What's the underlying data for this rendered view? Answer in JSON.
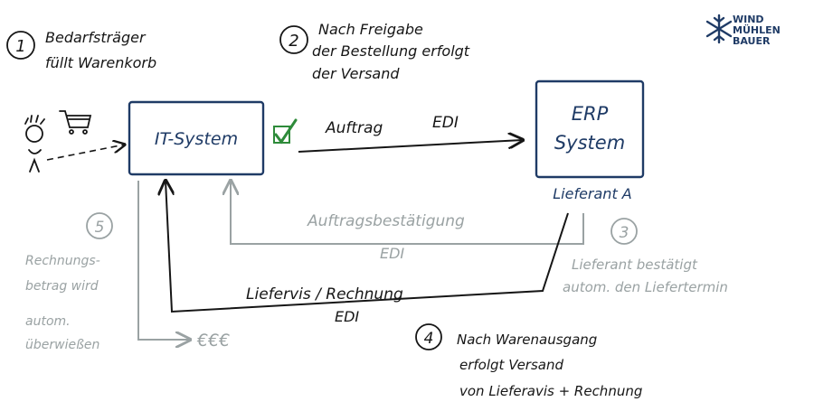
{
  "steps": [
    {
      "number": "1",
      "lines": [
        "Bedarfsträger",
        "füllt Warenkorb"
      ]
    },
    {
      "number": "2",
      "lines": [
        "Nach Freigabe",
        "der Bestellung erfolgt",
        "der Versand"
      ]
    },
    {
      "number": "3",
      "lines": [
        "Lieferant bestätigt",
        "autom. den Liefertermin"
      ]
    },
    {
      "number": "4",
      "lines": [
        "Nach Warenausgang",
        "erfolgt Versand",
        "von Lieferavis + Rechnung"
      ]
    },
    {
      "number": "5",
      "lines": [
        "Rechnungs-",
        "betrag wird",
        "autom.",
        "überwießen"
      ]
    }
  ],
  "nodes": {
    "it_system": "IT-System",
    "erp_line1": "ERP",
    "erp_line2": "System",
    "erp_caption": "Lieferant A"
  },
  "flows": {
    "order": {
      "label": "Auftrag",
      "channel": "EDI"
    },
    "confirmation": {
      "label": "Auftragsbestätigung",
      "channel": "EDI"
    },
    "invoice": {
      "label": "Liefervis / Rechnung",
      "channel": "EDI"
    },
    "payment": "€€€"
  },
  "logo": {
    "line1": "WIND",
    "line2": "MÜHLEN",
    "line3": "BAUER"
  },
  "colors": {
    "ink": "#161616",
    "blue": "#1f3b66",
    "gray": "#9aa2a3",
    "check": "#2e8b3a"
  }
}
